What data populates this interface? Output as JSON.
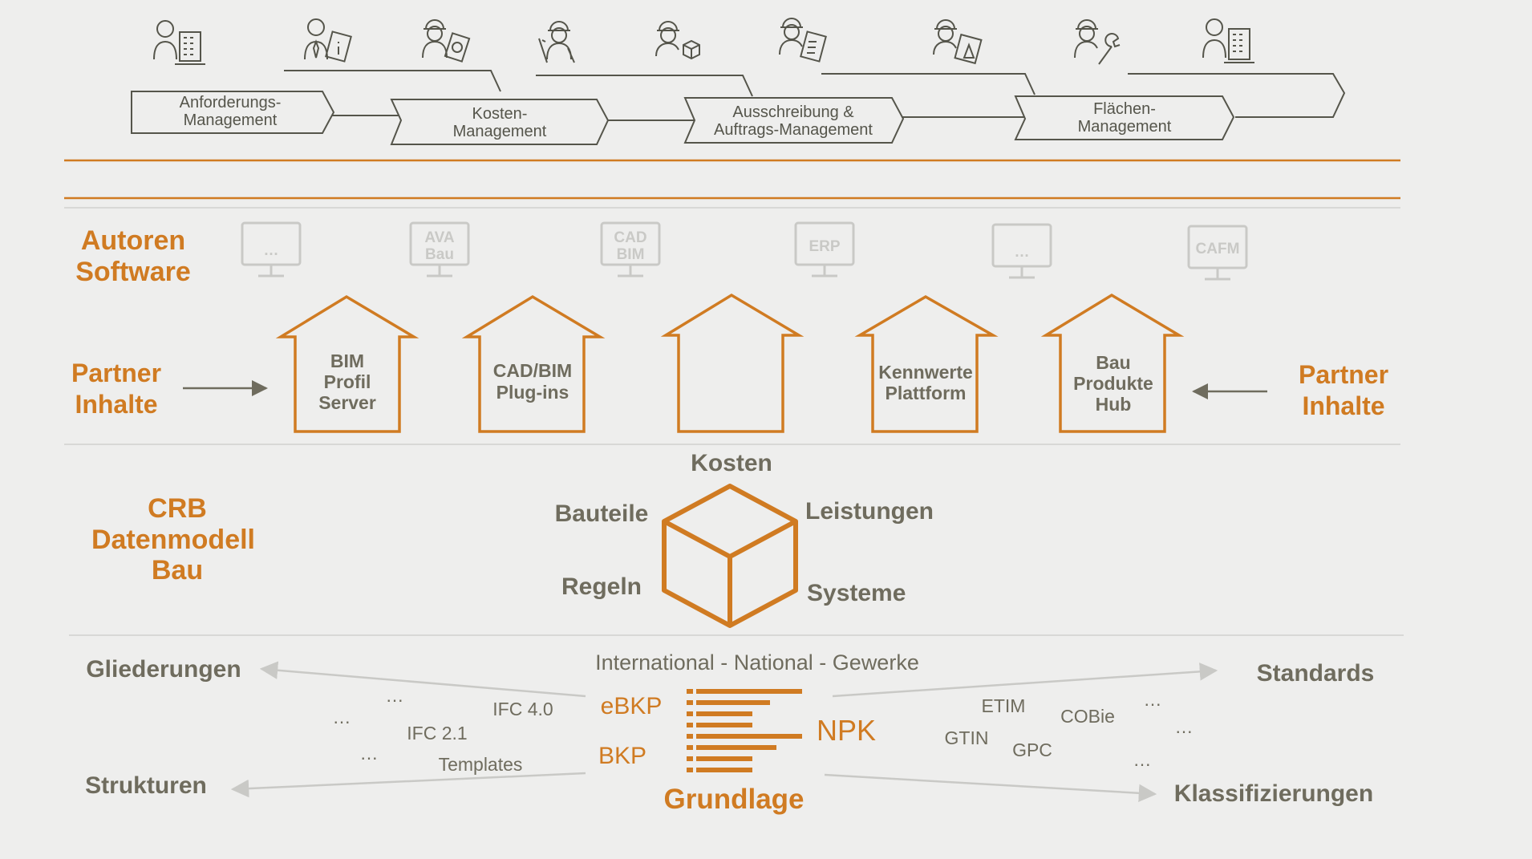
{
  "process": {
    "steps": [
      {
        "line1": "Anforderungs-",
        "line2": "Management"
      },
      {
        "line1": "Kosten-",
        "line2": "Management"
      },
      {
        "line1": "Ausschreibung &",
        "line2": "Auftrags-Management"
      },
      {
        "line1": "Flächen-",
        "line2": "Management"
      }
    ],
    "role_icons": [
      "owner-building-icon",
      "consultant-info-icon",
      "engineer-money-icon",
      "engineer-tools-icon",
      "engineer-cube-icon",
      "engineer-checklist-icon",
      "engineer-drawing-icon",
      "engineer-wrench-icon",
      "owner-building-icon"
    ]
  },
  "authoring": {
    "label_line1": "Autoren",
    "label_line2": "Software",
    "monitors": [
      {
        "line1": "…",
        "line2": ""
      },
      {
        "line1": "AVA",
        "line2": "Bau"
      },
      {
        "line1": "CAD",
        "line2": "BIM"
      },
      {
        "line1": "ERP",
        "line2": ""
      },
      {
        "line1": "…",
        "line2": ""
      },
      {
        "line1": "CAFM",
        "line2": ""
      }
    ]
  },
  "partner": {
    "left_line1": "Partner",
    "left_line2": "Inhalte",
    "right_line1": "Partner",
    "right_line2": "Inhalte",
    "houses": [
      {
        "lines": [
          "BIM",
          "Profil",
          "Server"
        ]
      },
      {
        "lines": [
          "CAD/BIM",
          "Plug-ins"
        ]
      },
      {
        "lines": []
      },
      {
        "lines": [
          "Kennwerte",
          "Plattform"
        ]
      },
      {
        "lines": [
          "Bau",
          "Produkte",
          "Hub"
        ]
      }
    ]
  },
  "datenmodell": {
    "label_line1": "CRB",
    "label_line2": "Datenmodell",
    "label_line3": "Bau",
    "top": "Kosten",
    "left_top": "Bauteile",
    "left_bottom": "Regeln",
    "right_top": "Leistungen",
    "right_bottom": "Systeme"
  },
  "grundlage": {
    "header": "International - National - Gewerke",
    "left_top": "Gliederungen",
    "left_bottom": "Strukturen",
    "right_top": "Standards",
    "right_bottom": "Klassifizierungen",
    "ebkp": "eBKP",
    "bkp": "BKP",
    "npk": "NPK",
    "title": "Grundlage",
    "left_items": [
      "…",
      "…",
      "…",
      "IFC 4.0",
      "IFC 2.1",
      "Templates"
    ],
    "right_items": [
      "ETIM",
      "COBie",
      "GTIN",
      "GPC",
      "…",
      "…",
      "…"
    ]
  },
  "colors": {
    "orange": "#d07b22",
    "dark": "#6f6c5e",
    "background": "#eeeeed",
    "monitor": "#c9c9c6"
  }
}
